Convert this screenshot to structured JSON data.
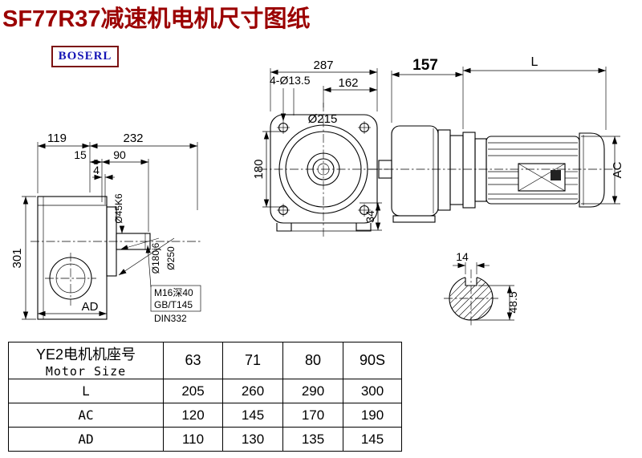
{
  "page": {
    "title": "SF77R37减速机电机尺寸图纸",
    "brand": "BOSERL"
  },
  "drawing": {
    "front": {
      "d287": "287",
      "d162": "162",
      "bolt": "4-Ø13.5",
      "flange": "Ø215",
      "d180": "180",
      "d34": "34"
    },
    "side": {
      "d157": "157",
      "dL": "L",
      "dAC": "AC"
    },
    "shaft": {
      "d14": "14",
      "d485": "48.5"
    },
    "left": {
      "d119": "119",
      "d232": "232",
      "d15": "15",
      "d90": "90",
      "d4": "4",
      "d301": "301",
      "dAD": "AD",
      "shaft_dia": "Ø45K6",
      "spigot": "Ø180j6",
      "flange": "Ø250",
      "note1": "M16深40",
      "note2": "GB/T145",
      "note3": "DIN332"
    }
  },
  "table": {
    "header_cn": "YE2电机机座号",
    "header_en": "Motor Size",
    "sizes": [
      "63",
      "71",
      "80",
      "90S"
    ],
    "rows": [
      {
        "label": "L",
        "values": [
          "205",
          "260",
          "290",
          "300"
        ]
      },
      {
        "label": "AC",
        "values": [
          "120",
          "145",
          "170",
          "190"
        ]
      },
      {
        "label": "AD",
        "values": [
          "110",
          "130",
          "135",
          "145"
        ]
      }
    ]
  }
}
